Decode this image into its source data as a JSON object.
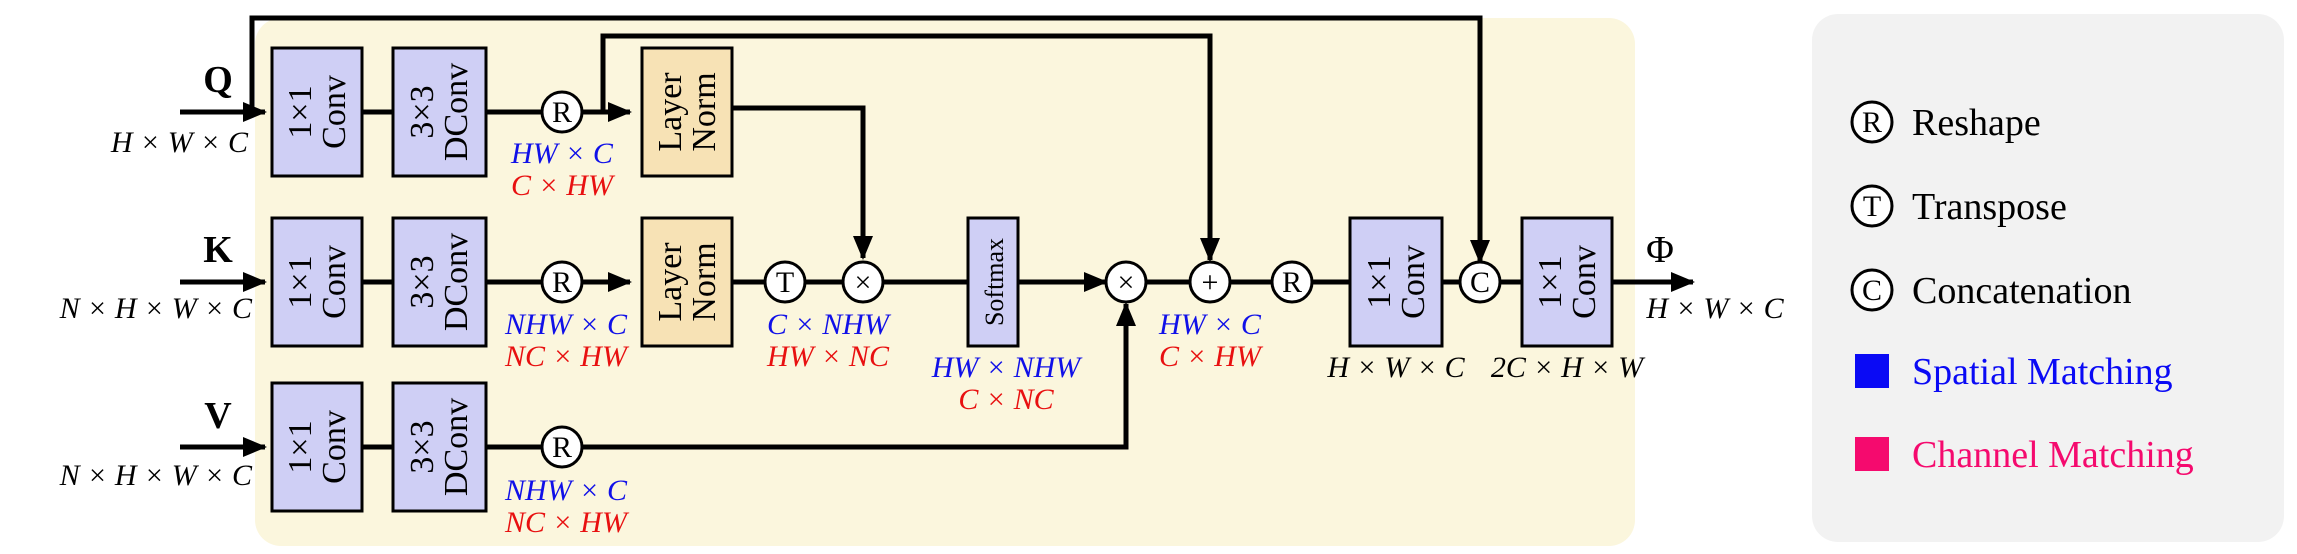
{
  "inputs": {
    "q": {
      "label": "Q",
      "dim": "H × W × C"
    },
    "k": {
      "label": "K",
      "dim": "N × H × W × C"
    },
    "v": {
      "label": "V",
      "dim": "N × H × W × C"
    }
  },
  "blocks": {
    "conv1x1_line1": "1×1",
    "conv1x1_line2": "Conv",
    "dconv_line1": "3×3",
    "dconv_line2": "DConv",
    "norm_line1": "Layer",
    "norm_line2": "Norm",
    "softmax": "Softmax"
  },
  "ops": {
    "reshape": "R",
    "transpose": "T",
    "concat": "C",
    "multiply": "×",
    "add": "+"
  },
  "annotations": {
    "q_reshape_blue": "HW × C",
    "q_reshape_red": "C × HW",
    "k_reshape_blue": "NHW × C",
    "k_reshape_red": "NC × HW",
    "transpose_blue": "C × NHW",
    "transpose_red": "HW × NC",
    "softmax_blue": "HW × NHW",
    "softmax_red": "C × NC",
    "v_reshape_blue": "NHW × C",
    "v_reshape_red": "NC × HW",
    "add_blue": "HW × C",
    "add_red": "C × HW",
    "conv_out_dim": "H × W × C",
    "concat_out_dim": "2C × H × W",
    "output_label": "Φ",
    "output_dim": "H × W × C"
  },
  "legend": {
    "items": [
      {
        "symbol": "R",
        "text": "Reshape"
      },
      {
        "symbol": "T",
        "text": "Transpose"
      },
      {
        "symbol": "C",
        "text": "Concatenation"
      }
    ],
    "spatial": {
      "text": "Spatial Matching",
      "color": "#0a0af5"
    },
    "channel": {
      "text": "Channel Matching",
      "color": "#f50a6e"
    }
  },
  "colors": {
    "panel": "#fbf6dd",
    "conv_box": "#cfcff5",
    "norm_box": "#f7e2b5",
    "legend_bg": "#f2f2f2",
    "blue_text": "#1010e8",
    "red_text": "#e81010"
  }
}
